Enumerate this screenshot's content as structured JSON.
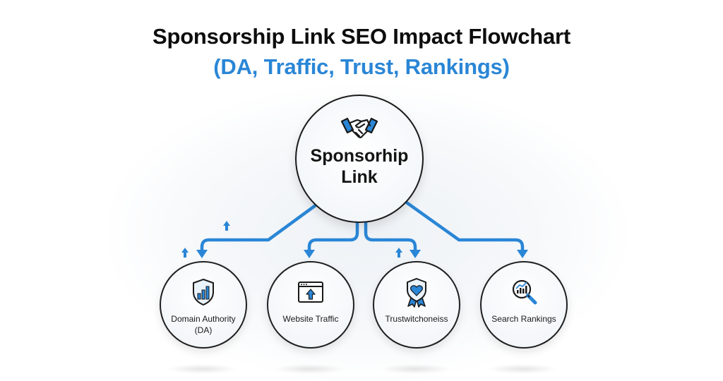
{
  "header": {
    "title": "Sponsorship Link SEO Impact Flowchart",
    "subtitle": "(DA, Traffic, Trust, Rankings)"
  },
  "hub": {
    "line1": "Sponsorhip",
    "line2": "Link",
    "icon": "handshake-icon"
  },
  "nodes": [
    {
      "line1": "Domain Authority",
      "line2": "(DA)",
      "icon": "shield-bar-chart-icon"
    },
    {
      "line1": "Website Traffic",
      "line2": "",
      "icon": "browser-upload-icon"
    },
    {
      "line1": "Trustwitchoneiss",
      "line2": "",
      "icon": "heart-badge-icon"
    },
    {
      "line1": "Search Rankings",
      "line2": "",
      "icon": "magnifier-chart-icon"
    }
  ],
  "colors": {
    "accent": "#2a86d6",
    "title": "#0d0d0d",
    "outline": "#1a1a1a"
  }
}
